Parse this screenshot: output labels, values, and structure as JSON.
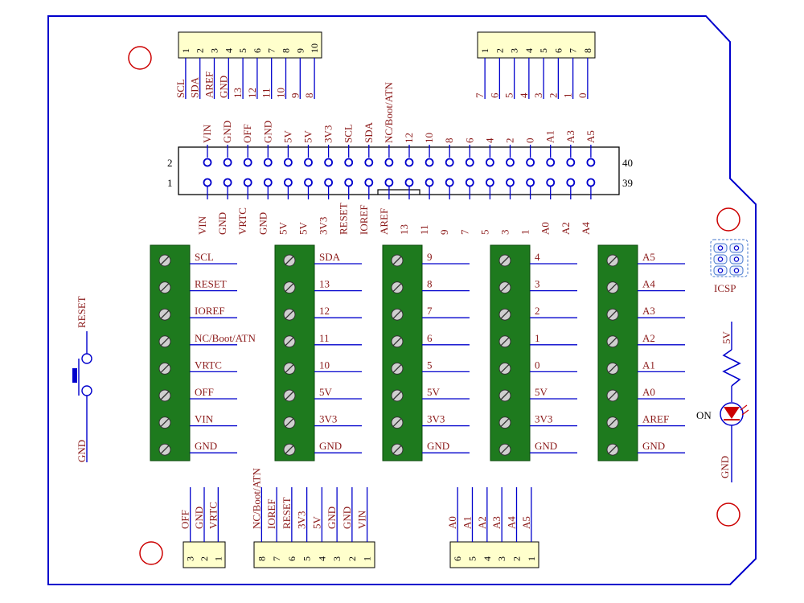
{
  "colors": {
    "outline": "#0000cc",
    "label": "#8b1a1a",
    "terminal": "#1e7a1e",
    "header_fill": "#ffffcc",
    "mount_hole": "#cc0000",
    "pin": "#0000cc",
    "led": "#cc0000"
  },
  "top_header_left": {
    "numbers": [
      "1",
      "2",
      "3",
      "4",
      "5",
      "6",
      "7",
      "8",
      "9",
      "10"
    ],
    "labels": [
      "SCL",
      "SDA",
      "AREF",
      "GND",
      "13",
      "12",
      "11",
      "10",
      "9",
      "8"
    ]
  },
  "top_header_right": {
    "numbers": [
      "1",
      "2",
      "3",
      "4",
      "5",
      "6",
      "7",
      "8"
    ],
    "labels": [
      "7",
      "6",
      "5",
      "4",
      "3",
      "2",
      "1",
      "0"
    ]
  },
  "connector": {
    "pin_left_top": "2",
    "pin_left_bottom": "1",
    "pin_right_top": "40",
    "pin_right_bottom": "39",
    "top_labels": [
      "VIN",
      "GND",
      "OFF",
      "GND",
      "5V",
      "5V",
      "3V3",
      "SCL",
      "SDA",
      "NC/Boot/ATN",
      "12",
      "10",
      "8",
      "6",
      "4",
      "2",
      "0",
      "A1",
      "A3",
      "A5"
    ],
    "bottom_labels": [
      "VIN",
      "GND",
      "VRTC",
      "GND",
      "5V",
      "5V",
      "3V3",
      "RESET",
      "IOREF",
      "AREF",
      "13",
      "11",
      "9",
      "7",
      "5",
      "3",
      "1",
      "A0",
      "A2",
      "A4"
    ]
  },
  "terminal_blocks": [
    {
      "labels": [
        "SCL",
        "RESET",
        "IOREF",
        "NC/Boot/ATN",
        "VRTC",
        "OFF",
        "VIN",
        "GND"
      ]
    },
    {
      "labels": [
        "SDA",
        "13",
        "12",
        "11",
        "10",
        "5V",
        "3V3",
        "GND"
      ]
    },
    {
      "labels": [
        "9",
        "8",
        "7",
        "6",
        "5",
        "5V",
        "3V3",
        "GND"
      ]
    },
    {
      "labels": [
        "4",
        "3",
        "2",
        "1",
        "0",
        "5V",
        "3V3",
        "GND"
      ]
    },
    {
      "labels": [
        "A5",
        "A4",
        "A3",
        "A2",
        "A1",
        "A0",
        "AREF",
        "GND"
      ]
    }
  ],
  "reset_switch": {
    "top_label": "RESET",
    "bottom_label": "GND"
  },
  "icsp_label": "ICSP",
  "led_circuit": {
    "top_label": "5V",
    "led_label": "ON",
    "bottom_label": "GND"
  },
  "bottom_headers": [
    {
      "labels": [
        "OFF",
        "GND",
        "VRTC"
      ],
      "numbers": [
        "3",
        "2",
        "1"
      ]
    },
    {
      "labels": [
        "NC/Boot/ATN",
        "IOREF",
        "RESET",
        "3V3",
        "5V",
        "GND",
        "GND",
        "VIN"
      ],
      "numbers": [
        "8",
        "7",
        "6",
        "5",
        "4",
        "3",
        "2",
        "1"
      ]
    },
    {
      "labels": [
        "A0",
        "A1",
        "A2",
        "A3",
        "A4",
        "A5"
      ],
      "numbers": [
        "6",
        "5",
        "4",
        "3",
        "2",
        "1"
      ]
    }
  ]
}
